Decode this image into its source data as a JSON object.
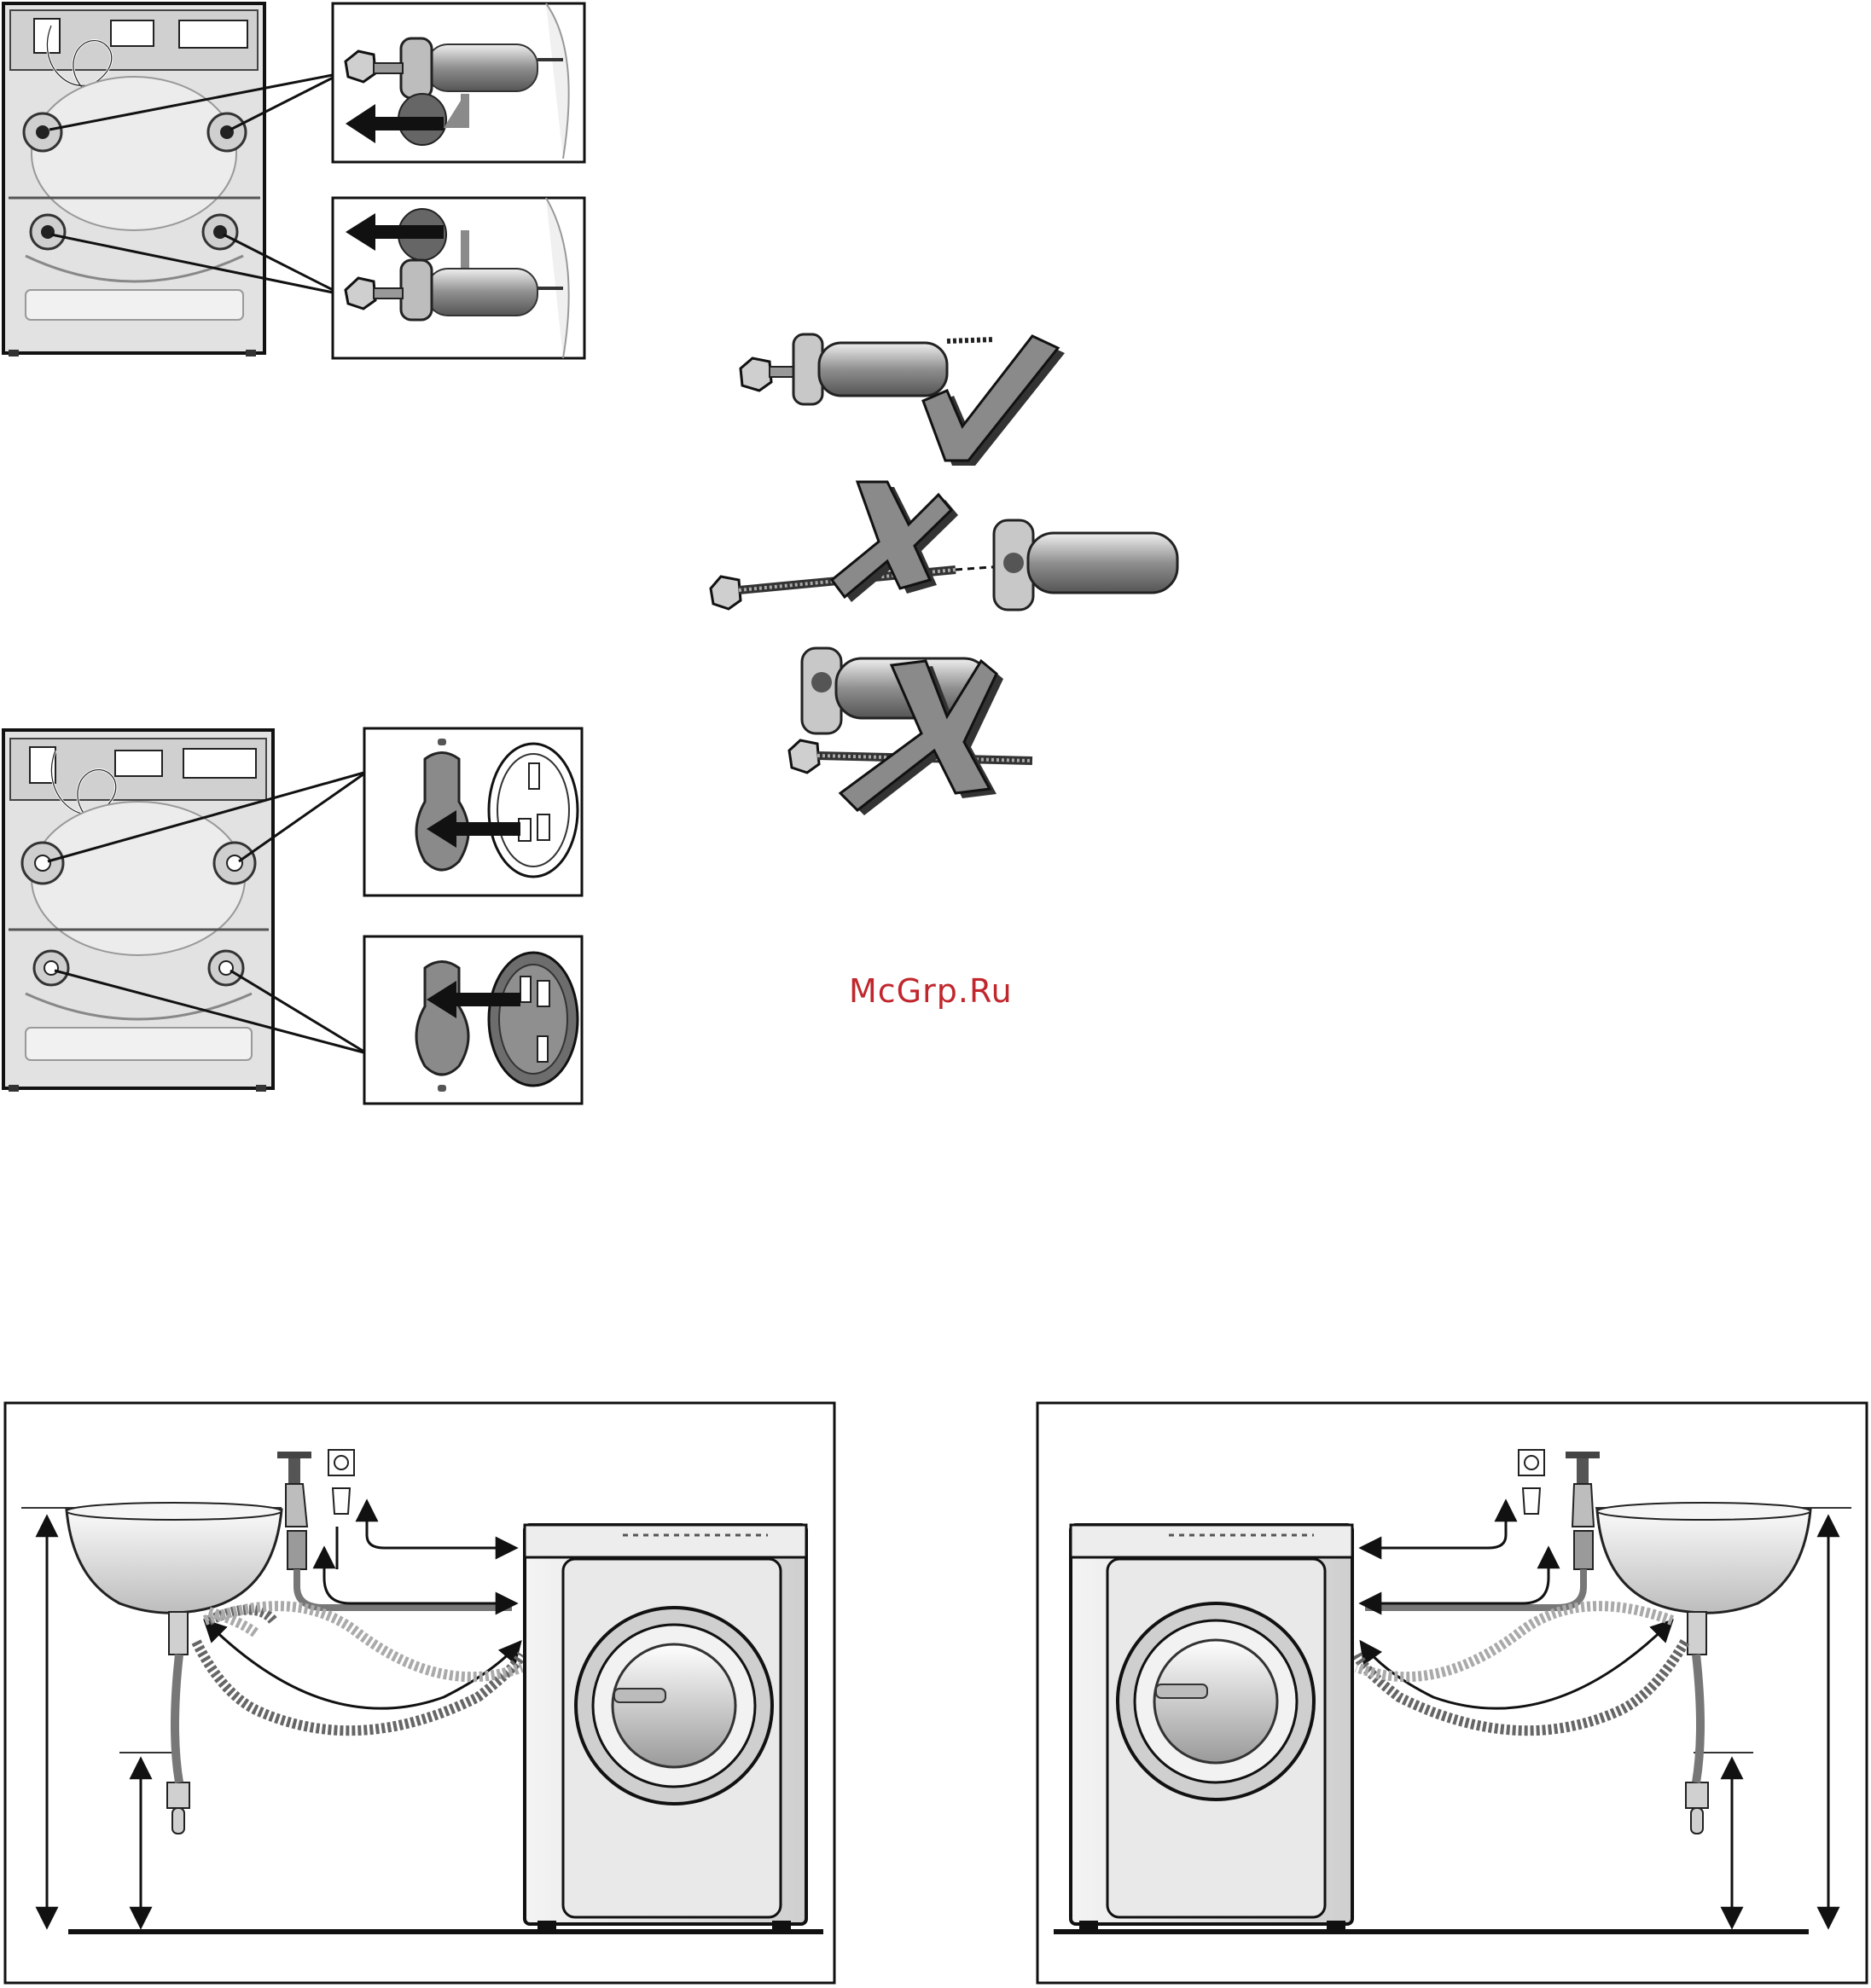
{
  "page": {
    "watermark": {
      "text": "McGrp.Ru",
      "color": "#c0272d"
    }
  },
  "figures": {
    "transit_bolts_rear_view": {
      "callouts": 2,
      "arrow": "left"
    },
    "bolt_assembly_check": {
      "marks": [
        "check-mark",
        "cross-mark",
        "cross-mark"
      ]
    },
    "cover_caps_rear_view": {
      "callouts": 2,
      "arrow": "left"
    },
    "installation_left": {
      "orientation": "sink-left"
    },
    "installation_right": {
      "orientation": "sink-right"
    }
  },
  "colors": {
    "ink": "#111111",
    "mid_gray": "#8a8a8a",
    "light_gray": "#d6d6d6",
    "machine_body": "#e6e6e6"
  }
}
